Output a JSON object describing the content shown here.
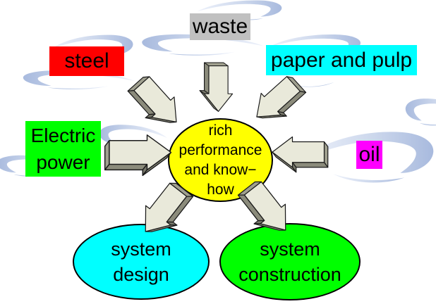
{
  "diagram": {
    "center": {
      "lines": [
        "rich",
        "performance",
        "and know−",
        "how"
      ],
      "bg": "#ffff00"
    },
    "sources": {
      "steel": {
        "label": "steel",
        "bg": "#ff0000"
      },
      "waste": {
        "label": "waste",
        "bg": "#c0c0c0"
      },
      "paper": {
        "label": "paper and pulp",
        "bg": "#00ffff"
      },
      "electric": {
        "line1": "Electric",
        "line2": "power",
        "bg": "#00ff00"
      },
      "oil": {
        "label": "oil",
        "bg": "#ff00ff"
      }
    },
    "outputs": {
      "design": {
        "line1": "system",
        "line2": "design",
        "bg": "#00ffff"
      },
      "construction": {
        "line1": "system",
        "line2": "construction",
        "bg": "#00ff00"
      }
    },
    "decor": {
      "swirl_gradient_start": "#eef2fb",
      "swirl_gradient_end": "#a8bade",
      "arrow_face": "#e9e9da",
      "arrow_side_dark": "#8b8b7b",
      "arrow_side_mid": "#a0a08f",
      "arrow_side_deep": "#77776a",
      "outline": "#1a1a1a"
    }
  }
}
